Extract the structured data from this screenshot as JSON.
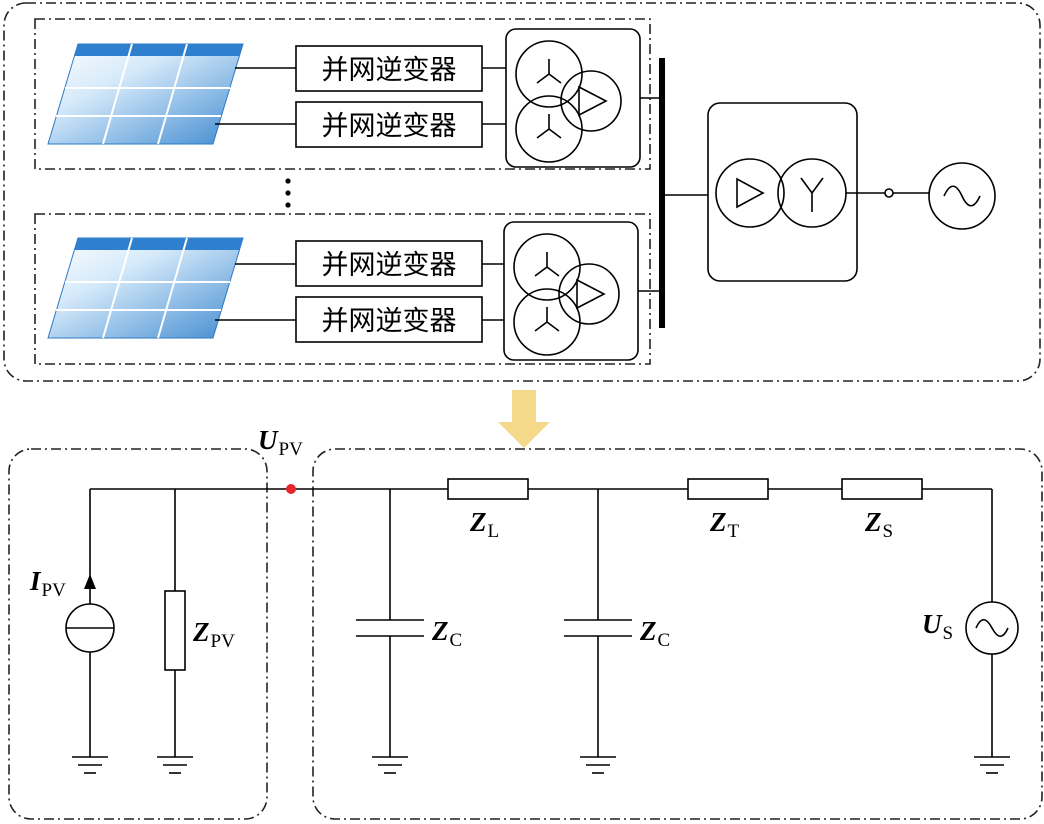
{
  "inverter_label": "并网逆变器",
  "labels": {
    "upv": {
      "main": "U",
      "sub": "PV"
    },
    "ipv": {
      "main": "I",
      "sub": "PV"
    },
    "zpv": {
      "main": "Z",
      "sub": "PV"
    },
    "zl": {
      "main": "Z",
      "sub": "L"
    },
    "zt": {
      "main": "Z",
      "sub": "T"
    },
    "zs": {
      "main": "Z",
      "sub": "S"
    },
    "zc1": {
      "main": "Z",
      "sub": "C"
    },
    "zc2": {
      "main": "Z",
      "sub": "C"
    },
    "us": {
      "main": "U",
      "sub": "S"
    }
  },
  "colors": {
    "arrow": "#f5d98a",
    "pcc_dot": "#e8262a",
    "panel_light": "#e8f3fc",
    "panel_dark": "#3f8ad0",
    "panel_top": "#2f78c4"
  }
}
